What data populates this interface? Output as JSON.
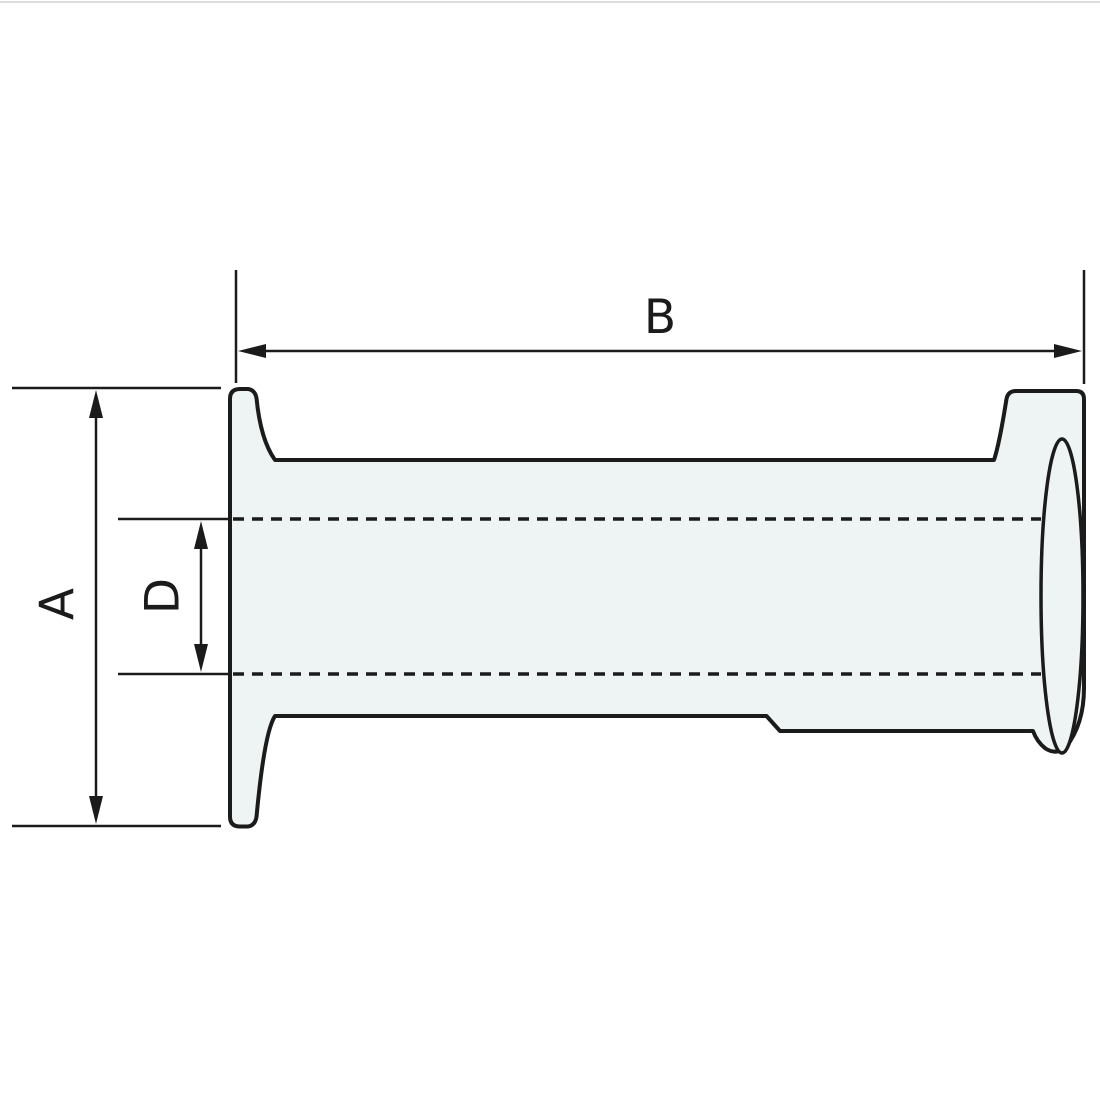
{
  "diagram": {
    "labels": {
      "dim_outer_diameter": "A",
      "dim_length": "B",
      "dim_inner_diameter": "D"
    },
    "colors": {
      "line": "#1b1b1b",
      "part_fill": "#edf4f3",
      "background": "#ffffff",
      "top_rule": "#dcdcdc"
    }
  }
}
